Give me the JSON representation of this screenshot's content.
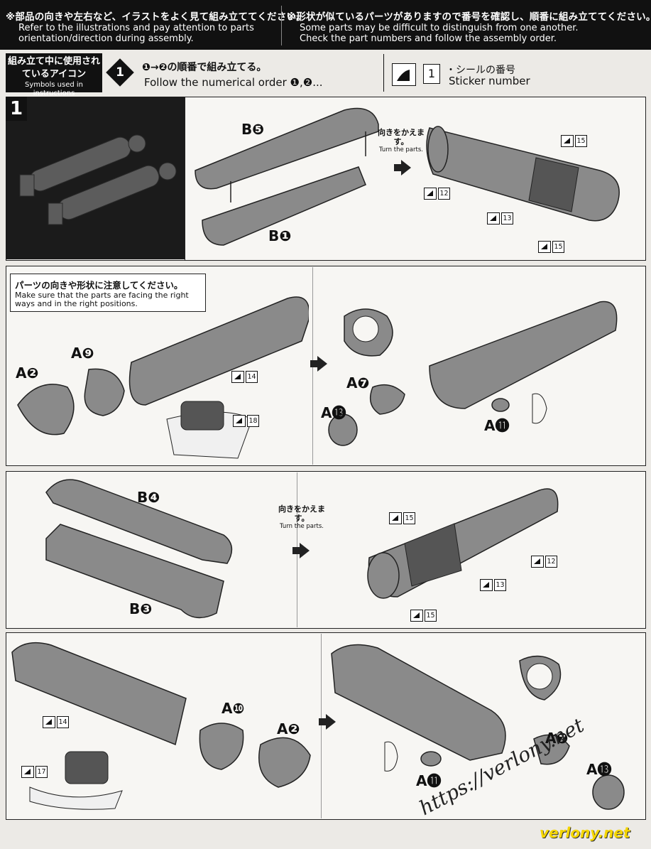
{
  "header": {
    "left_jp": "※部品の向きや左右など、イラストをよく見て組み立ててください。",
    "left_en": "Refer to the illustrations and pay attention to parts orientation/direction during assembly.",
    "right_jp": "※形状が似ているパーツがありますので番号を確認し、順番に組み立ててください。",
    "right_en": "Some parts may be difficult to distinguish from one another. Check the part numbers and follow the assembly order."
  },
  "legend": {
    "label_jp": "組み立て中に使用されているアイコン",
    "label_en": "Symbols used in instructions",
    "order_badge": "1",
    "order_jp": "❶→❷の順番で組み立てる。",
    "order_en": "Follow the numerical order ❶,❷...",
    "sticker_number": "1",
    "sticker_jp": "・シールの番号",
    "sticker_en": "Sticker number"
  },
  "step": "1",
  "turn_parts": {
    "jp": "向きをかえます。",
    "en": "Turn the parts."
  },
  "caution": {
    "jp": "パーツの向きや形状に注意してください。",
    "en": "Make sure that the parts are facing the right ways and in the right positions."
  },
  "panel1": {
    "labels": [
      "B❺",
      "B❶"
    ],
    "stickers": [
      "15",
      "12",
      "13",
      "15"
    ]
  },
  "panel2": {
    "labels": [
      "A❷",
      "A❾",
      "A❼",
      "A⓭",
      "A⓫"
    ],
    "stickers": [
      "14",
      "18"
    ]
  },
  "panel3": {
    "labels": [
      "B❹",
      "B❸"
    ],
    "stickers": [
      "15",
      "12",
      "13",
      "15"
    ]
  },
  "panel4": {
    "labels": [
      "A❿",
      "A❷",
      "A❼",
      "A⓫",
      "A⓭"
    ],
    "stickers": [
      "14",
      "17"
    ]
  },
  "watermark": {
    "url": "https://verlony.net",
    "site": "verlony.net"
  },
  "colors": {
    "part_gray": "#8a8a8a",
    "dark": "#111111",
    "panel_bg": "#f7f6f3"
  }
}
